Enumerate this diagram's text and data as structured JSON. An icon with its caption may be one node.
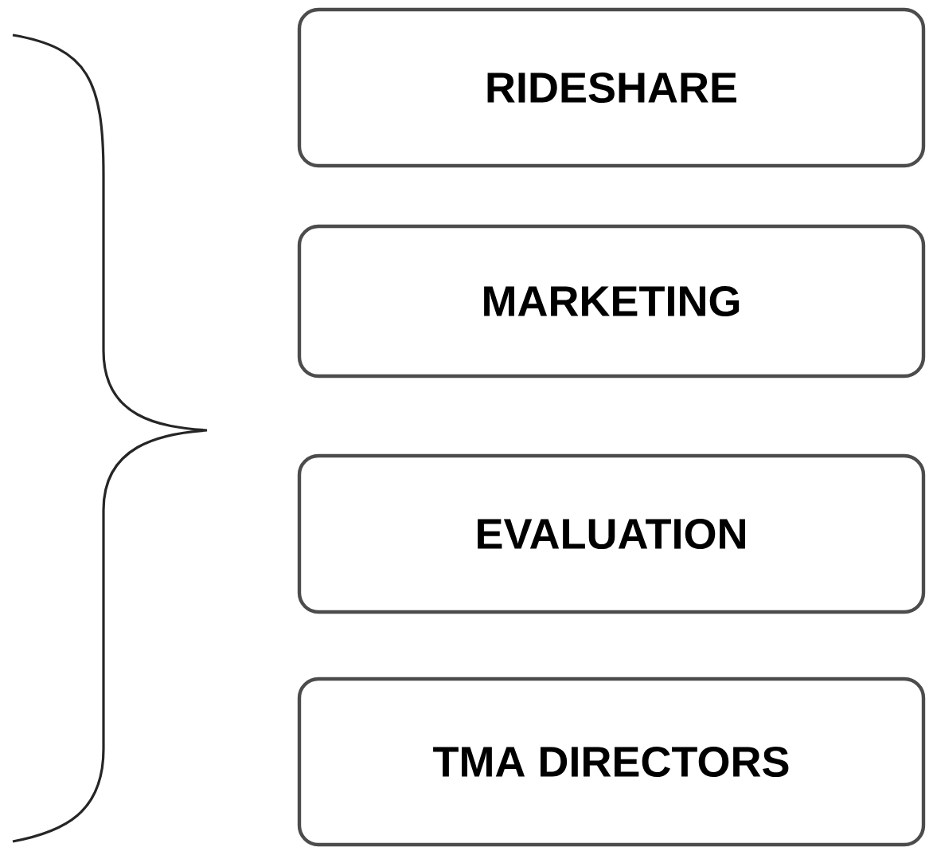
{
  "diagram": {
    "nodes": [
      {
        "text": [
          "RIDESHARE"
        ]
      },
      {
        "text": [
          "MARKETING"
        ]
      },
      {
        "text": [
          "EVALUATION"
        ]
      },
      {
        "text": [
          "TMA DIRECTORS"
        ]
      }
    ]
  }
}
